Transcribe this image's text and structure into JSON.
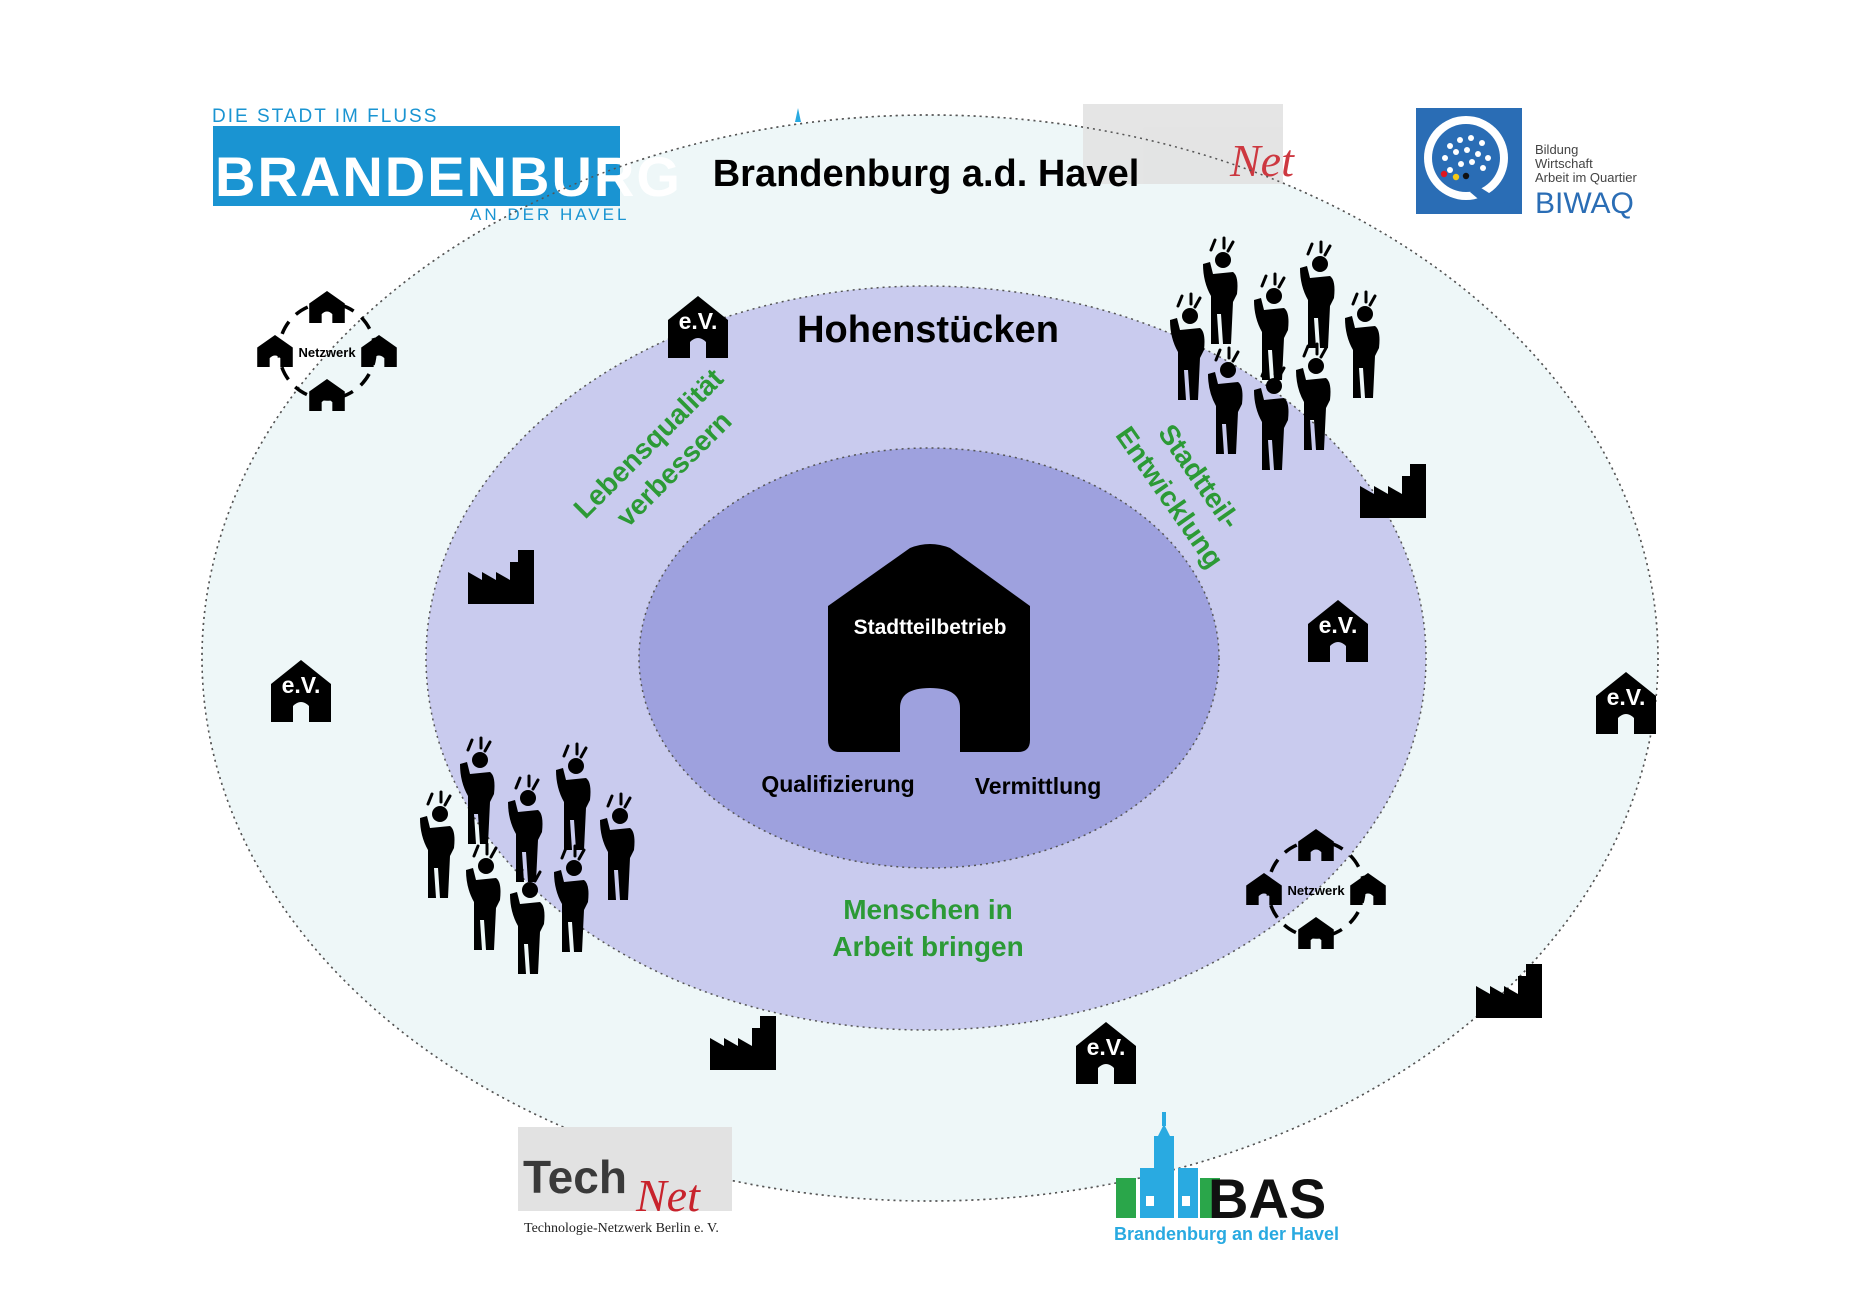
{
  "diagram": {
    "outer_title": "Brandenburg a.d. Havel",
    "middle_title": "Hohenstücken",
    "center": {
      "label": "Stadtteilbetrieb",
      "left_label": "Qualifizierung",
      "right_label": "Vermittlung"
    },
    "ring_labels": {
      "left": [
        "Lebensqualität",
        "verbessern"
      ],
      "right": [
        "Stadtteil-",
        "Entwicklung"
      ],
      "bottom": [
        "Menschen in",
        "Arbeit bringen"
      ]
    },
    "ev_label": "e.V.",
    "network_label": "Netzwerk"
  },
  "logos": {
    "brandenburg": {
      "tagline": "DIE STADT IM FLUSS",
      "word": "BRANDENBURG",
      "sub": "AN DER HAVEL"
    },
    "biwaq": {
      "line1": "Bildung",
      "line2": "Wirtschaft",
      "line3": "Arbeit im Quartier",
      "name": "BIWAQ"
    },
    "technet": {
      "tech": "Tech",
      "net": "Net",
      "sub": "Technologie-Netzwerk Berlin e. V."
    },
    "bas": {
      "name": "BAS",
      "sub": "Brandenburg an der Havel"
    }
  },
  "colors": {
    "outer_fill": "#eef7f8",
    "middle_fill": "#c9cbee",
    "inner_fill": "#9ea1de",
    "green_text": "#2c9a36",
    "icon": "#000000",
    "brandenburg_blue": "#1a94d2",
    "biwaq_blue": "#2a6db5",
    "bas_green": "#2aa64a",
    "bas_blue": "#29aae1",
    "technet_red": "#c8232c"
  }
}
